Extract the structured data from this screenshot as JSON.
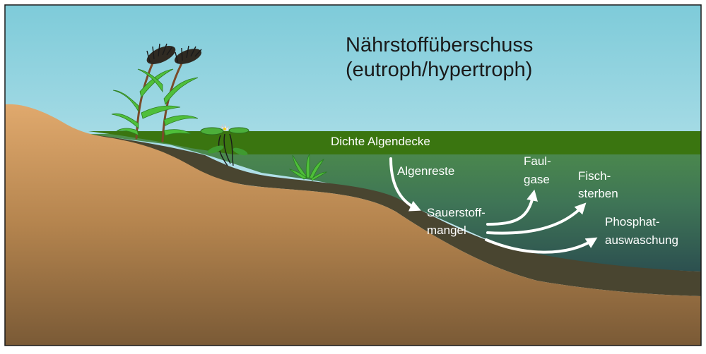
{
  "title": {
    "line1": "Nährstoffüberschuss",
    "line2": "(eutroph/hypertroph)"
  },
  "labels": {
    "algae_cover": "Dichte Algendecke",
    "algae_remains": "Algenreste",
    "oxygen_line1": "Sauerstoff-",
    "oxygen_line2": "mangel",
    "gas_line1": "Faul-",
    "gas_line2": "gase",
    "fish_line1": "Fisch-",
    "fish_line2": "sterben",
    "phosphate_line1": "Phosphat-",
    "phosphate_line2": "auswaschung"
  },
  "colors": {
    "sky_top": "#7ecbd9",
    "sky_bottom": "#e3f4f8",
    "algae_cover": "#3a7510",
    "water_top": "#4f8f4a",
    "water_bottom": "#2c5050",
    "sediment": "#494530",
    "soil_top": "#e0a96d",
    "soil_bottom": "#7a5a36",
    "arrow": "#ffffff",
    "title_text": "#1a1a1a",
    "label_text": "#ffffff"
  },
  "icons": [
    "reed-icon",
    "water-lily-icon",
    "seagrass-icon"
  ]
}
